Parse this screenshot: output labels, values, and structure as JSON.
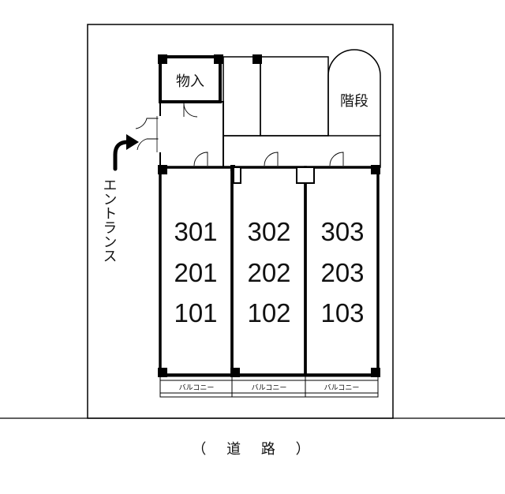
{
  "plan": {
    "storage_label": "物入",
    "stairs_label": "階段",
    "entrance_label": "エントランス",
    "road_label": "（ 道 路 ）",
    "units": [
      {
        "numbers": [
          "301",
          "201",
          "101"
        ]
      },
      {
        "numbers": [
          "302",
          "202",
          "102"
        ]
      },
      {
        "numbers": [
          "303",
          "203",
          "103"
        ]
      }
    ],
    "balcony_label": "バルコニー"
  }
}
